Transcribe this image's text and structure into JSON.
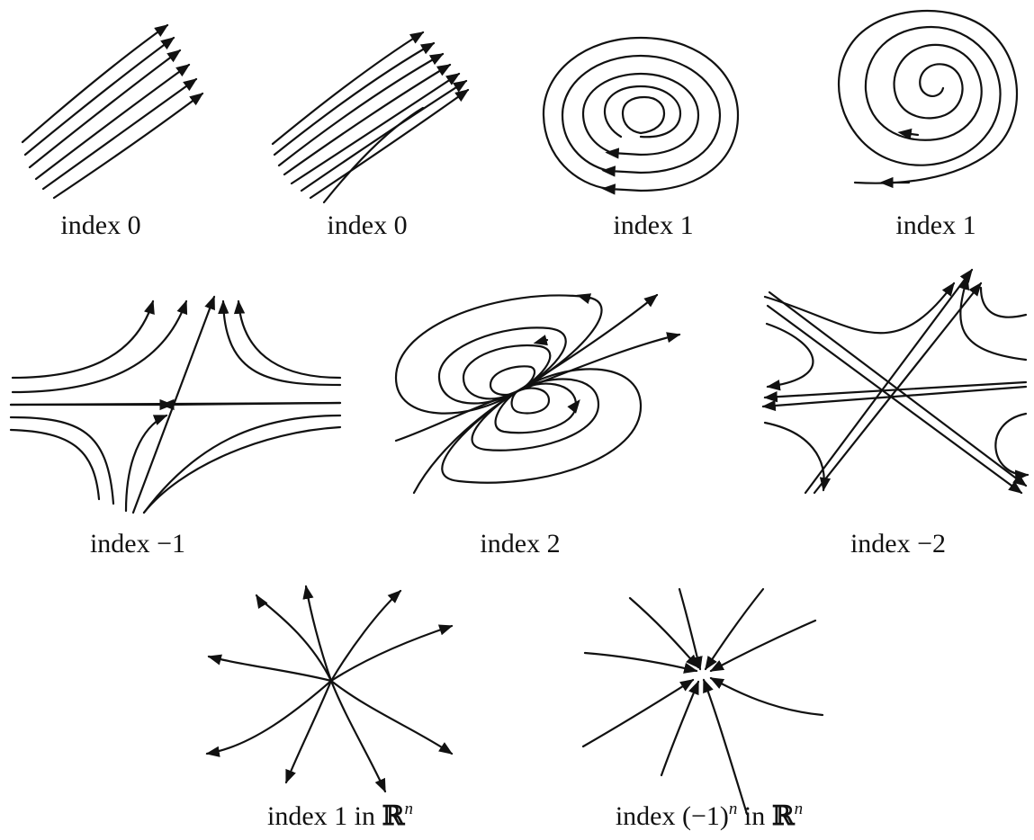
{
  "figures": [
    {
      "label": "index 0"
    },
    {
      "label": "index 0"
    },
    {
      "label": "index 1"
    },
    {
      "label": "index 1"
    },
    {
      "label": "index −1"
    },
    {
      "label": "index 2"
    },
    {
      "label": "index −2"
    },
    {
      "label_prefix": "index 1 in ",
      "label_space": "ℝ",
      "label_sup": "n"
    },
    {
      "label_prefix": "index (−1)",
      "label_exp": "n",
      "label_mid": " in ",
      "label_space": "ℝ",
      "label_sup": "n"
    }
  ]
}
